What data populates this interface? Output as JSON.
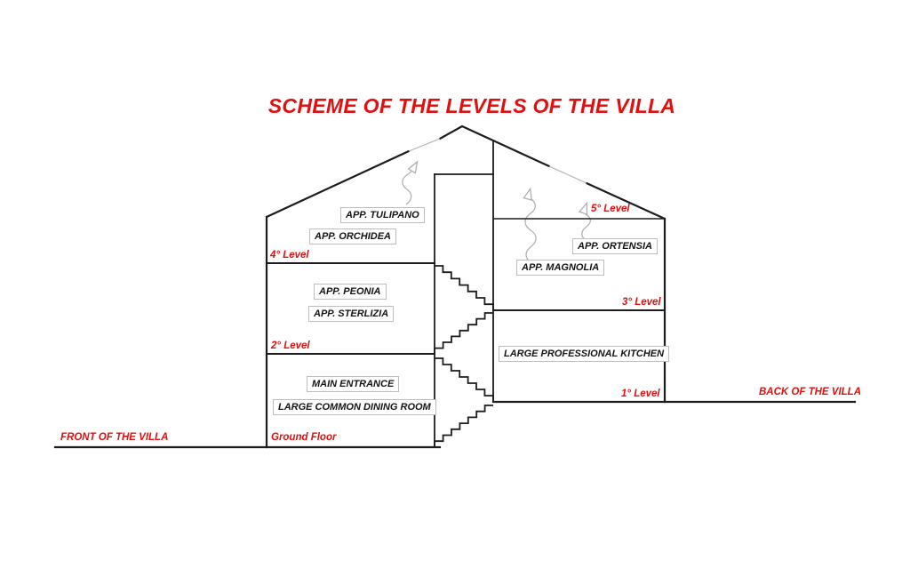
{
  "title": "SCHEME OF THE LEVELS OF THE VILLA",
  "colors": {
    "accent_red": "#e01010",
    "line_black": "#1c1c1c",
    "box_border": "#bdbdbd",
    "arrow_gray": "#b0b0b0",
    "background": "#ffffff"
  },
  "rooms": {
    "tulipano": "APP. TULIPANO",
    "orchidea": "APP. ORCHIDEA",
    "peonia": "APP. PEONIA",
    "sterlizia": "APP. STERLIZIA",
    "main_entrance": "MAIN ENTRANCE",
    "dining": "LARGE COMMON DINING ROOM",
    "ortensia": "APP. ORTENSIA",
    "magnolia": "APP. MAGNOLIA",
    "kitchen": "LARGE PROFESSIONAL KITCHEN"
  },
  "levels": {
    "ground": "Ground Floor",
    "l1": "1° Level",
    "l2": "2° Level",
    "l3": "3° Level",
    "l4": "4° Level",
    "l5": "5° Level"
  },
  "sides": {
    "front": "FRONT OF THE VILLA",
    "back": "BACK OF THE VILLA"
  },
  "icons": {
    "vent_arrows": "wavy-up-arrow"
  }
}
